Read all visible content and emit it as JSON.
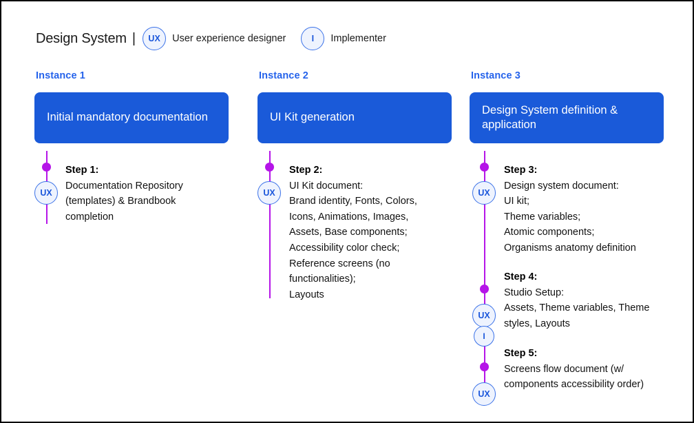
{
  "header": {
    "title": "Design System",
    "separator": "|",
    "legend": [
      {
        "badge": "UX",
        "badge_icon": "ux-role-badge-icon",
        "label": "User experience designer"
      },
      {
        "badge": "I",
        "badge_icon": "implementer-role-badge-icon",
        "label": "Implementer"
      }
    ]
  },
  "colors": {
    "card_blue": "#1a5ad9",
    "instance_label_blue": "#2563eb",
    "timeline_purple": "#b514e8",
    "badge_fill": "#eef3fe",
    "badge_border": "#3b72e8",
    "badge_text": "#1a56db",
    "canvas_border": "#000000"
  },
  "columns": [
    {
      "instance_label": "Instance 1",
      "card_title": "Initial mandatory documentation",
      "steps": [
        {
          "title": "Step 1:",
          "body": "Documentation Repository\n(templates) & Brandbook\ncompletion",
          "badges": [
            "UX"
          ]
        }
      ]
    },
    {
      "instance_label": "Instance 2",
      "card_title": "UI Kit generation",
      "steps": [
        {
          "title": "Step 2:",
          "body": "UI Kit document:\nBrand identity, Fonts, Colors,\nIcons, Animations, Images,\nAssets, Base components;\nAccessibility color check;\nReference screens (no\nfunctionalities);\nLayouts",
          "badges": [
            "UX"
          ]
        }
      ]
    },
    {
      "instance_label": "Instance 3",
      "card_title": "Design System definition & application",
      "steps": [
        {
          "title": "Step 3:",
          "body": "Design system document:\nUI kit;\nTheme variables;\nAtomic components;\nOrganisms anatomy definition",
          "badges": [
            "UX"
          ]
        },
        {
          "title": "Step 4:",
          "body": "Studio Setup:\nAssets, Theme variables, Theme\nstyles, Layouts",
          "badges": [
            "UX",
            "I"
          ]
        },
        {
          "title": "Step 5:",
          "body": "Screens flow document (w/\ncomponents accessibility order)",
          "badges": [
            "UX"
          ]
        }
      ]
    }
  ]
}
